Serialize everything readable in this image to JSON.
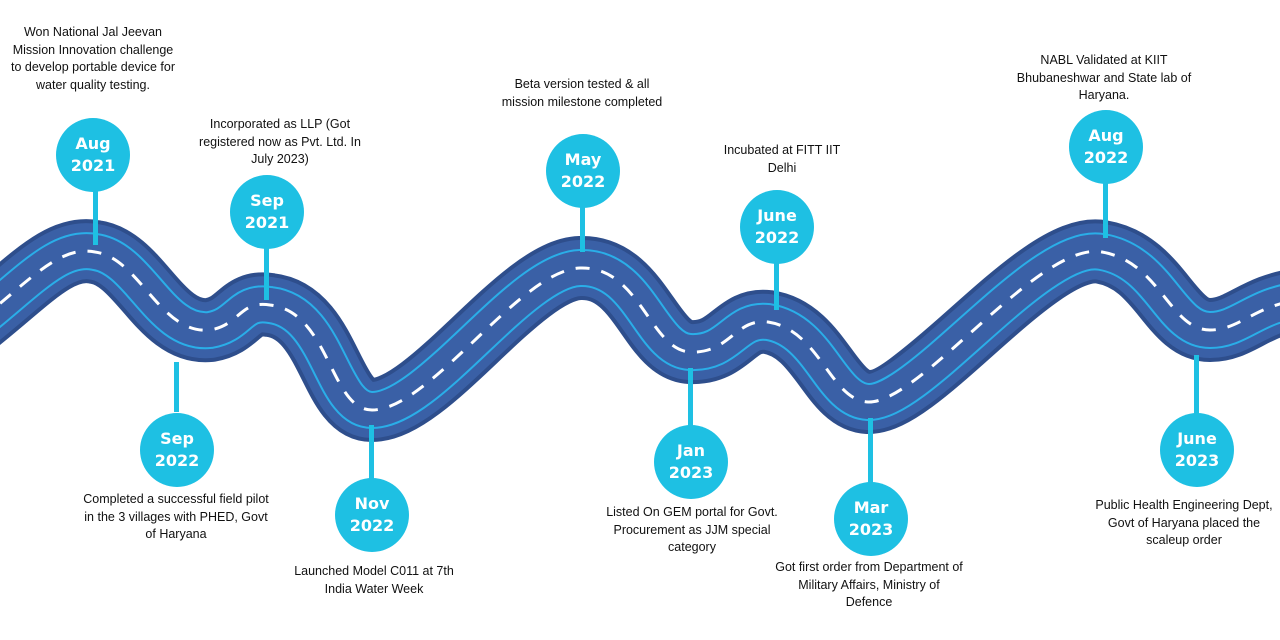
{
  "colors": {
    "road": "#3a60a6",
    "road_edge": "#2e4e8c",
    "road_line": "#2aaee8",
    "dash": "#ffffff",
    "accent": "#1ec0e3"
  },
  "milestones": [
    {
      "month": "Aug",
      "year": "2021",
      "text": "Won National Jal Jeevan Mission Innovation challenge to develop portable device for water quality testing."
    },
    {
      "month": "Sep",
      "year": "2022",
      "text": "Completed a successful field pilot in the 3 villages with PHED, Govt of Haryana"
    },
    {
      "month": "Sep",
      "year": "2021",
      "text": "Incorporated as LLP (Got registered now as Pvt. Ltd. In July 2023)"
    },
    {
      "month": "Nov",
      "year": "2022",
      "text": "Launched Model C011 at 7th India Water Week"
    },
    {
      "month": "May",
      "year": "2022",
      "text": "Beta version tested & all mission milestone completed"
    },
    {
      "month": "Jan",
      "year": "2023",
      "text": "Listed On GEM portal for Govt. Procurement as JJM special category"
    },
    {
      "month": "June",
      "year": "2022",
      "text": "Incubated at FITT IIT Delhi"
    },
    {
      "month": "Mar",
      "year": "2023",
      "text": "Got first order from Department of Military Affairs, Ministry of Defence"
    },
    {
      "month": "Aug",
      "year": "2022",
      "text": "NABL Validated at KIIT Bhubaneshwar and State lab of Haryana."
    },
    {
      "month": "June",
      "year": "2023",
      "text": "Public Health Engineering Dept, Govt of Haryana placed the scaleup order"
    }
  ]
}
